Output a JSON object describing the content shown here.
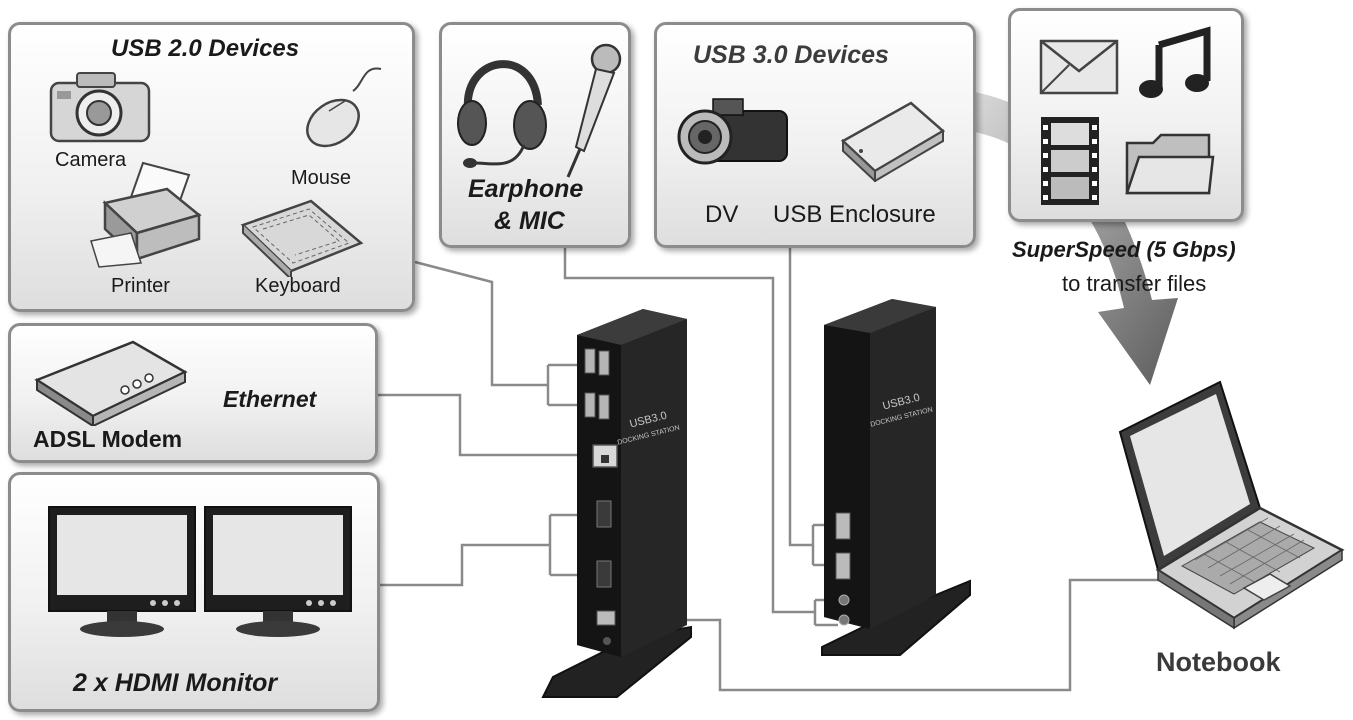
{
  "usb2": {
    "title": "USB 2.0 Devices",
    "camera": "Camera",
    "mouse": "Mouse",
    "printer": "Printer",
    "keyboard": "Keyboard"
  },
  "audio": {
    "title_line1": "Earphone",
    "title_line2": "& MIC"
  },
  "usb3": {
    "title": "USB 3.0 Devices",
    "dv": "DV",
    "enclosure": "USB Enclosure"
  },
  "ethernet": {
    "modem": "ADSL Modem",
    "title": "Ethernet"
  },
  "monitor": {
    "title": "2 x HDMI Monitor"
  },
  "superspeed": {
    "line1": "SuperSpeed (5 Gbps)",
    "line2": "to transfer files"
  },
  "dock": {
    "label_line1": "USB3.0",
    "label_line2": "DOCKING STATION"
  },
  "notebook": {
    "label": "Notebook"
  },
  "icons": [
    "envelope-icon",
    "music-note-icon",
    "film-strip-icon",
    "folder-icon",
    "camera-icon",
    "mouse-icon",
    "printer-icon",
    "keyboard-icon",
    "headphones-icon",
    "microphone-icon",
    "camcorder-icon",
    "hard-drive-icon",
    "modem-icon",
    "monitor-icon",
    "laptop-icon"
  ]
}
